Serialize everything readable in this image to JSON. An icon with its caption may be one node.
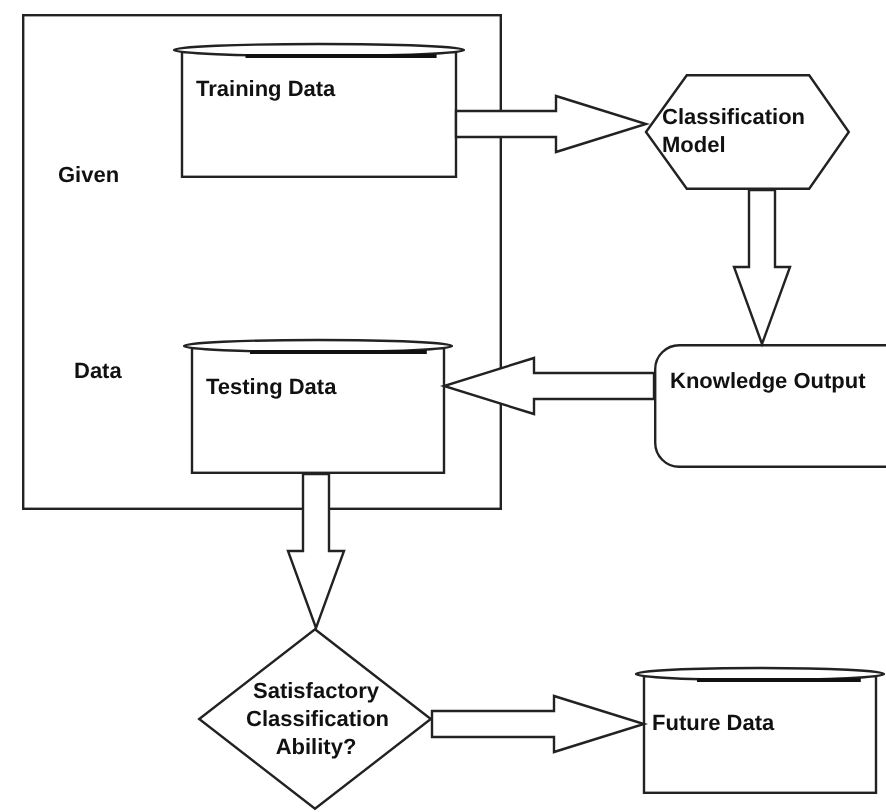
{
  "diagram": {
    "nodes": [
      {
        "text": [
          "Given",
          "Data"
        ]
      },
      {
        "text": [
          "Training Data"
        ],
        "in": 0
      },
      {
        "text": [
          "Testing Data"
        ],
        "in": 0
      },
      {
        "text": [
          "Classification Model"
        ]
      },
      {
        "text": [
          "Knowledge Output"
        ]
      },
      {
        "text": [
          "Satisfactory Classification Ability?"
        ]
      },
      {
        "text": [
          "Future Data"
        ]
      }
    ],
    "edges": [
      {
        "from": 1,
        "to": 3,
        "arrow": "to"
      },
      {
        "from": 3,
        "to": 4,
        "arrow": "to"
      },
      {
        "from": 4,
        "to": 2,
        "arrow": "to"
      },
      {
        "from": 2,
        "to": 5,
        "arrow": "to"
      },
      {
        "from": 5,
        "to": 6,
        "arrow": "to"
      }
    ]
  }
}
